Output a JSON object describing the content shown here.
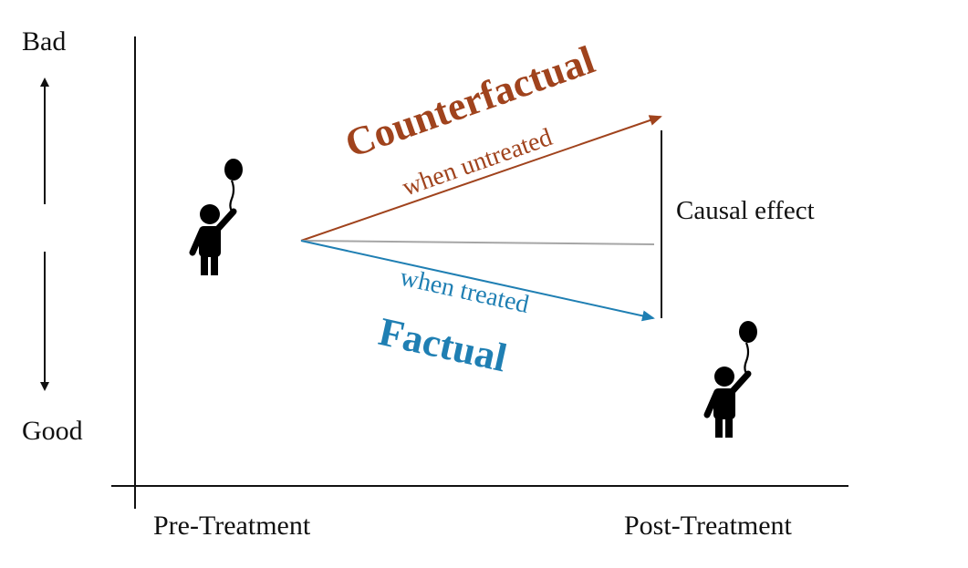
{
  "axis": {
    "y_top_label": "Bad",
    "y_bottom_label": "Good",
    "x_left_label": "Pre-Treatment",
    "x_right_label": "Post-Treatment"
  },
  "counterfactual": {
    "title": "Counterfactual",
    "subtitle": "when untreated",
    "color": "#a0431d"
  },
  "factual": {
    "title": "Factual",
    "subtitle": "when treated",
    "color": "#1f7fb3"
  },
  "causal_effect": {
    "label": "Causal effect"
  },
  "colors": {
    "axis": "#111111",
    "baseline": "#a6a6a6",
    "figure": "#000000"
  },
  "icons": {
    "person": "child-with-balloon-icon"
  }
}
